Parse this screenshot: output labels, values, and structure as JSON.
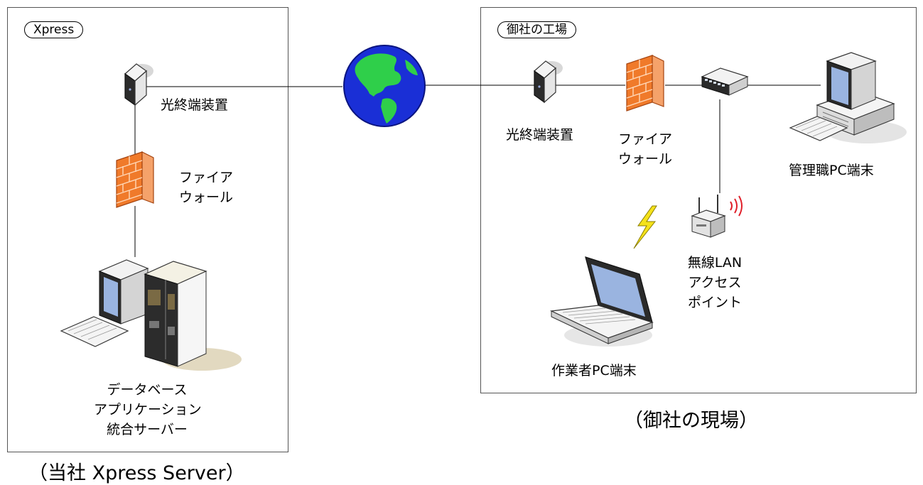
{
  "left_panel": {
    "tag": "Xpress",
    "ont_label": "光終端装置",
    "firewall_label": [
      "ファイア",
      "ウォール"
    ],
    "server_label": [
      "データベース",
      "アプリケーション",
      "統合サーバー"
    ],
    "caption": "（当社 Xpress Server）"
  },
  "right_panel": {
    "tag": "御社の工場",
    "ont_label": "光終端装置",
    "firewall_label": [
      "ファイア",
      "ウォール"
    ],
    "manager_pc_label": "管理職PC端末",
    "wlan_label": [
      "無線LAN",
      "アクセス",
      "ポイント"
    ],
    "worker_pc_label": "作業者PC端末",
    "caption": "（御社の現場）"
  },
  "colors": {
    "globe_ocean": "#1a2fd6",
    "globe_land": "#2fcf4a",
    "firewall": "#f07a2a",
    "lightning": "#f5e21a",
    "wifi_waves": "#e0202a"
  }
}
